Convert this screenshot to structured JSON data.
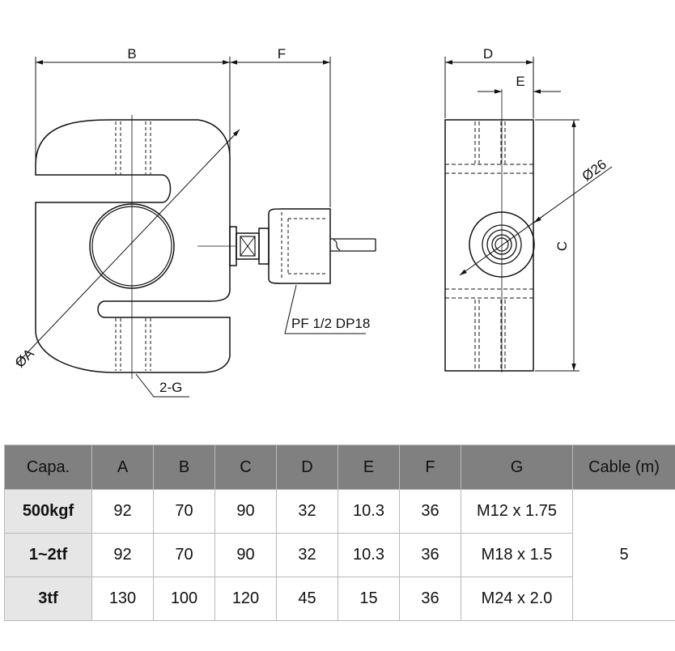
{
  "drawing": {
    "labels": {
      "B": "B",
      "F": "F",
      "D": "D",
      "E": "E",
      "C": "C",
      "dia_a": "ØA",
      "dia_26": "Ø26",
      "thread_g": "2-G",
      "port": "PF 1/2 DP18"
    }
  },
  "table": {
    "headers": [
      "Capa.",
      "A",
      "B",
      "C",
      "D",
      "E",
      "F",
      "G",
      "Cable (m)"
    ],
    "rows": [
      {
        "capa": "500kgf",
        "cells": [
          "92",
          "70",
          "90",
          "32",
          "10.3",
          "36",
          "M12 x 1.75"
        ]
      },
      {
        "capa": "1~2tf",
        "cells": [
          "92",
          "70",
          "90",
          "32",
          "10.3",
          "36",
          "M18 x 1.5"
        ]
      },
      {
        "capa": "3tf",
        "cells": [
          "130",
          "100",
          "120",
          "45",
          "15",
          "36",
          "M24 x 2.0"
        ]
      }
    ],
    "cable": "5"
  }
}
